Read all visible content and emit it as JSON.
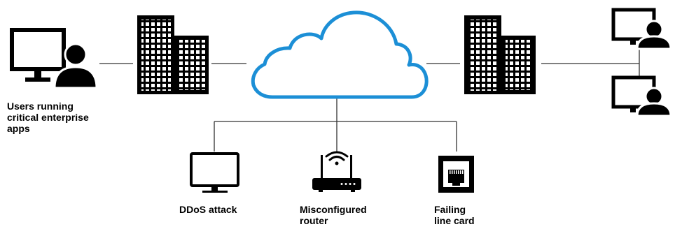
{
  "labels": {
    "users": "Users running\ncritical enterprise\napps",
    "ddos": "DDoS attack",
    "router": "Misconfigured\nrouter",
    "linecard": "Failing\nline card"
  },
  "colors": {
    "cloud": "#1c8fd6",
    "ink": "#000000",
    "line": "#333333"
  },
  "icons": [
    "user-workstation-icon",
    "office-building-icon",
    "cloud-icon",
    "monitor-icon",
    "wifi-router-icon",
    "ethernet-port-icon"
  ]
}
